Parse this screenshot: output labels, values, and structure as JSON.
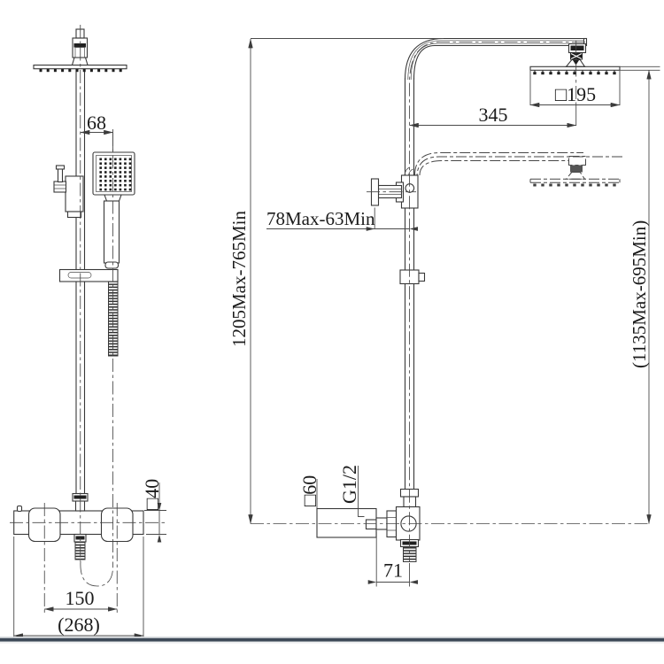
{
  "front_view": {
    "dims": {
      "handheld_offset": "68",
      "valve_body_square": "□40",
      "handle_spacing": "150",
      "overall_width": "(268)"
    }
  },
  "side_view": {
    "dims": {
      "overall_height_range": "1205Max-765Min",
      "arm_reach": "345",
      "head_square": "□195",
      "wall_bracket_range": "78Max-63Min",
      "head_height_range": "(1135Max-695Min)",
      "handle_square": "□60",
      "inlet_thread": "G1/2",
      "valve_depth": "71"
    }
  },
  "colors": {
    "line": "#383838",
    "background": "#ffffff",
    "footer_bar": "#3d4957",
    "footer_bar_top": "#d7dadd",
    "footer_bar_bottom": "#eceeef"
  }
}
